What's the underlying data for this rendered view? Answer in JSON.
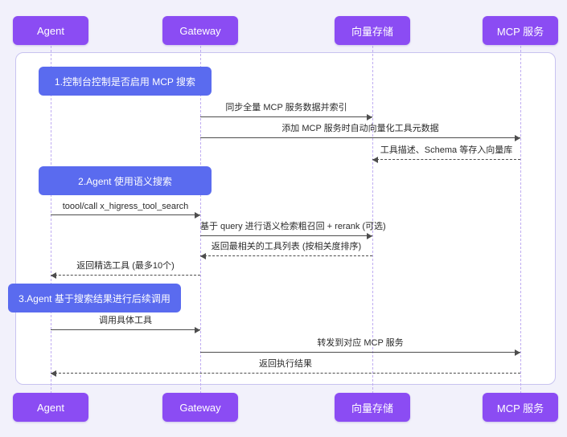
{
  "diagram": {
    "actors": [
      {
        "label": "Agent"
      },
      {
        "label": "Gateway"
      },
      {
        "label": "向量存储"
      },
      {
        "label": "MCP 服务"
      }
    ],
    "notes": [
      {
        "label": "1.控制台控制是否启用 MCP 搜索"
      },
      {
        "label": "2.Agent 使用语义搜索"
      },
      {
        "label": "3.Agent 基于搜索结果进行后续调用"
      }
    ],
    "messages": [
      {
        "label": "同步全量 MCP 服务数据并索引",
        "from": "Gateway",
        "to": "向量存储",
        "line": "solid",
        "direction": "right"
      },
      {
        "label": "添加 MCP 服务时自动向量化工具元数据",
        "from": "Gateway",
        "to": "MCP 服务",
        "line": "solid",
        "direction": "right"
      },
      {
        "label": "工具描述、Schema 等存入向量库",
        "from": "MCP 服务",
        "to": "向量存储",
        "line": "dashed",
        "direction": "left"
      },
      {
        "label": "toool/call x_higress_tool_search",
        "from": "Agent",
        "to": "Gateway",
        "line": "solid",
        "direction": "right"
      },
      {
        "label": "基于 query 进行语义检索粗召回 + rerank (可选)",
        "from": "Gateway",
        "to": "向量存储",
        "line": "solid",
        "direction": "right"
      },
      {
        "label": "返回最相关的工具列表 (按相关度排序)",
        "from": "向量存储",
        "to": "Gateway",
        "line": "dashed",
        "direction": "left"
      },
      {
        "label": "返回精选工具 (最多10个)",
        "from": "Gateway",
        "to": "Agent",
        "line": "dashed",
        "direction": "left"
      },
      {
        "label": "调用具体工具",
        "from": "Agent",
        "to": "Gateway",
        "line": "solid",
        "direction": "right"
      },
      {
        "label": "转发到对应 MCP 服务",
        "from": "Gateway",
        "to": "MCP 服务",
        "line": "solid",
        "direction": "right"
      },
      {
        "label": "返回执行结果",
        "from": "MCP 服务",
        "to": "Agent",
        "line": "dashed",
        "direction": "left"
      }
    ],
    "colors": {
      "actor_fill": "#8b4cf3",
      "note_fill": "#5a6bef",
      "lifeline": "#c0adf2",
      "frame_border": "#c8c3f0",
      "page_background": "#f2f1fb",
      "arrow": "#4d4d4d"
    }
  }
}
